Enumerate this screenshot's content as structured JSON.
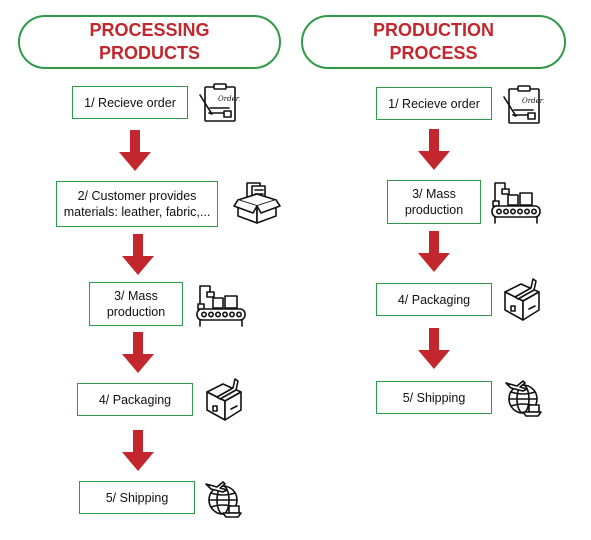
{
  "left": {
    "title_line1": "PROCESSING",
    "title_line2": "PRODUCTS",
    "steps": [
      {
        "line1": "1/ Recieve order",
        "line2": ""
      },
      {
        "line1": "2/ Customer provides",
        "line2": "materials: leather, fabric,..."
      },
      {
        "line1": "3/ Mass",
        "line2": "production"
      },
      {
        "line1": "4/ Packaging",
        "line2": ""
      },
      {
        "line1": "5/ Shipping",
        "line2": ""
      }
    ]
  },
  "right": {
    "title_line1": "PRODUCTION",
    "title_line2": "PROCESS",
    "steps": [
      {
        "line1": "1/ Recieve order",
        "line2": ""
      },
      {
        "line1": "3/ Mass",
        "line2": "production"
      },
      {
        "line1": "4/ Packaging",
        "line2": ""
      },
      {
        "line1": "5/ Shipping",
        "line2": ""
      }
    ]
  },
  "icons": {
    "order": "order-clipboard-icon",
    "materials": "materials-box-icon",
    "production": "conveyor-robot-icon",
    "packaging": "package-box-icon",
    "shipping": "globe-shipping-icon"
  },
  "order_icon_text": "Order!",
  "colors": {
    "title": "#c1272d",
    "border": "#2e9a47",
    "arrow": "#c1272d"
  }
}
